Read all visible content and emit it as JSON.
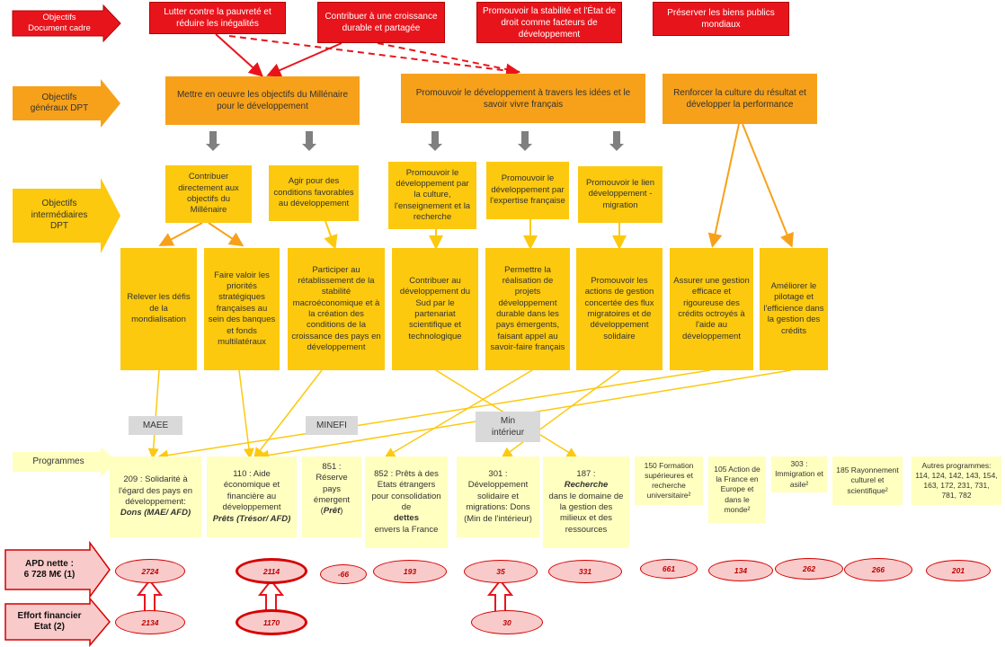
{
  "colors": {
    "red": "#e8141c",
    "orange": "#f7a11a",
    "yellow": "#fcc90e",
    "programme_bg": "#ffffc0",
    "ellipse_bg": "#f9caca",
    "ellipse_border": "#d60000"
  },
  "row_labels": {
    "objectifs_document_cadre": "Objectifs\nDocument cadre",
    "objectifs_generaux_dpt": "Objectifs\ngénéraux DPT",
    "objectifs_intermediaires_dpt": "Objectifs\nintermédiaires\nDPT",
    "programmes": "Programmes",
    "apd_nette": "APD nette :\n6 728 M€ (1)",
    "effort_financier": "Effort financier\nEtat (2)"
  },
  "document_cadre": [
    "Lutter contre la pauvreté et réduire les inégalités",
    "Contribuer à une croissance durable et partagée",
    "Promouvoir la stabilité et l'État de droit comme facteurs de développement",
    "Préserver les biens publics mondiaux"
  ],
  "generaux": [
    "Mettre en oeuvre les objectifs du Millénaire pour le développement",
    "Promouvoir le développement à travers les idées et le savoir vivre français",
    "Renforcer la culture du résultat et développer la performance"
  ],
  "intermediaires_top": [
    "Contribuer directement aux objectifs du Millénaire",
    "Agir pour des conditions favorables au développement",
    "Promouvoir le développement par la culture, l'enseignement et la recherche",
    "Promouvoir le développement par l'expertise française",
    "Promouvoir le lien développement - migration"
  ],
  "intermediaires_bottom": [
    "Relever les défis de la mondialisation",
    "Faire valoir les priorités stratégiques françaises au sein des banques et fonds multilatéraux",
    "Participer au rétablissement de la stabilité macroéconomique et à la création des conditions de la croissance des pays en développement",
    "Contribuer au développement du Sud par le partenariat scientifique et technologique",
    "Permettre la réalisation de projets développement durable dans les pays émergents, faisant appel au savoir-faire français",
    "Promouvoir les actions de gestion concertée des flux migratoires et de développement solidaire",
    "Assurer une gestion efficace et rigoureuse des crédits octroyés à l'aide au développement",
    "Améliorer le pilotage et l'efficience dans la gestion des crédits"
  ],
  "ministries": [
    "MAEE",
    "MINEFI",
    "Min\nintérieur"
  ],
  "programmes": {
    "p209": {
      "text": "209 : Solidarité à l'égard des pays en développement:",
      "em": "Dons (MAE/ AFD)"
    },
    "p110": {
      "text": "110 : Aide économique et financière au développement",
      "em": "Prêts (Trésor/ AFD)"
    },
    "p851": {
      "text": "851 : Réserve pays émergent (",
      "em": "Prêt",
      "tail": ")"
    },
    "p852": {
      "text": "852 : Prêts à des Etats étrangers pour consolidation de",
      "em": "dettes",
      "tail": "envers la France"
    },
    "p301": {
      "text": "301 : Développement solidaire et migrations: Dons (Min de l'intérieur)"
    },
    "p187": {
      "pre": "187 :",
      "em": "Recherche",
      "text": "dans le domaine de la gestion des milieux et des ressources"
    },
    "p150": {
      "text": "150 Formation supérieures et recherche universitaire²"
    },
    "p105": {
      "text": "105 Action de la France en Europe et dans le monde²"
    },
    "p303": {
      "text": "303 : Immigration et asile²"
    },
    "p185": {
      "text": "185 Rayonnement culturel et scientifique²"
    },
    "autres": {
      "text": "Autres programmes: 114, 124, 142, 143, 154, 163, 172, 231, 731, 781, 782"
    }
  },
  "apd_values": [
    "2724",
    "2114",
    "-66",
    "193",
    "35",
    "331",
    "661",
    "134",
    "262",
    "266",
    "201"
  ],
  "effort_values": [
    "2134",
    "1170",
    "30"
  ]
}
